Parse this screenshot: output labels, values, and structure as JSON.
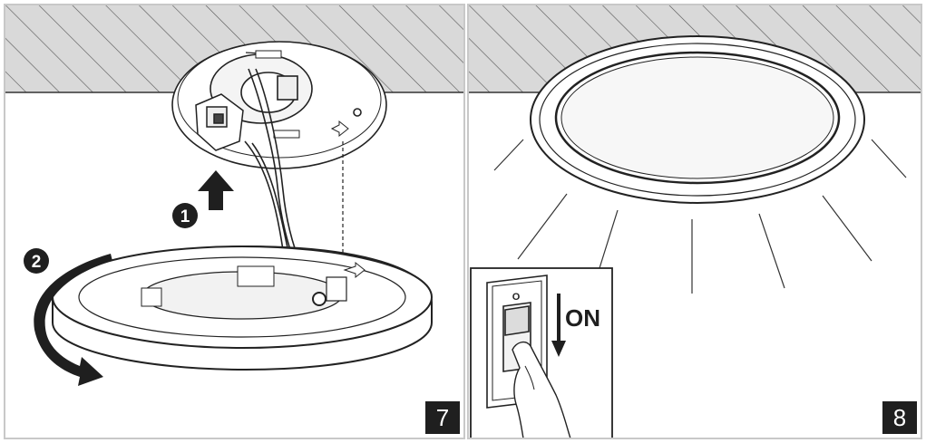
{
  "steps": [
    {
      "number": "7",
      "markers": [
        "1",
        "2"
      ]
    },
    {
      "number": "8",
      "switch": {
        "off_mark": "O",
        "on_mark": "I",
        "label": "ON"
      }
    }
  ],
  "colors": {
    "ink": "#1f1f1f",
    "panel_border": "#c8c8c8",
    "ceiling_fill": "#d9d9d9",
    "badge_bg": "#1f1f1f"
  },
  "icons": [
    "up-arrow-icon",
    "rotate-arrow-icon",
    "down-arrow-icon",
    "switch-icon",
    "hand-icon"
  ]
}
